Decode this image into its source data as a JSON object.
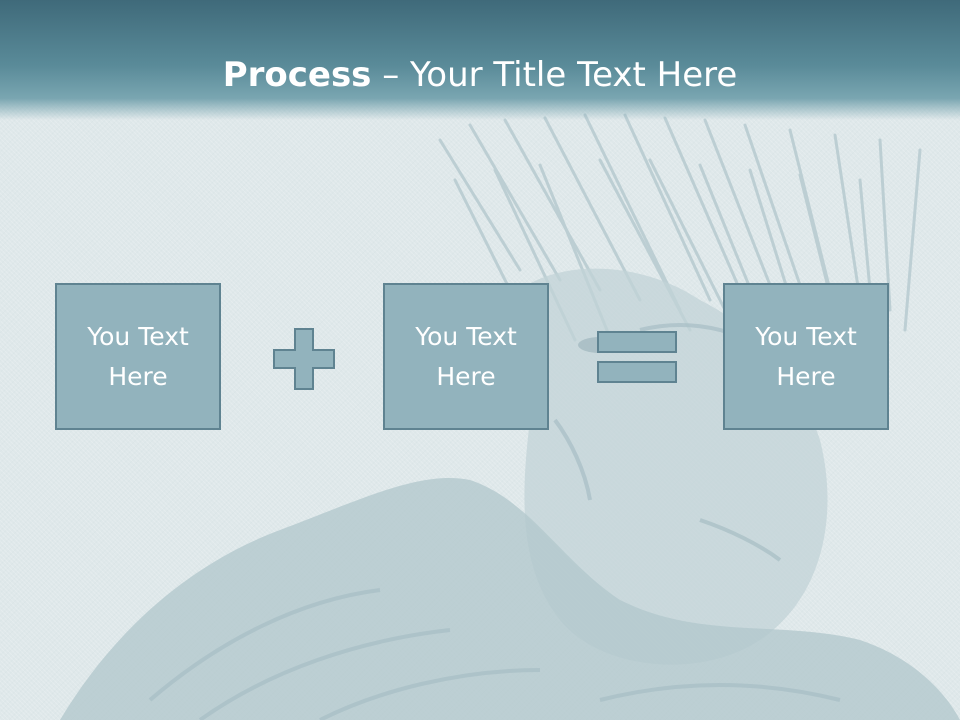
{
  "slide": {
    "title_bold": "Process",
    "title_rest": " – Your Title Text Here",
    "boxes": [
      {
        "text": "You Text Here"
      },
      {
        "text": "You Text Here"
      },
      {
        "text": "You Text Here"
      }
    ],
    "operators": {
      "plus": "plus-icon",
      "equals": "equals-icon"
    },
    "colors": {
      "header": "#4a7888",
      "box_fill": "#92b3bd",
      "box_border": "#5f8391",
      "background": "#dfe8ea"
    }
  }
}
